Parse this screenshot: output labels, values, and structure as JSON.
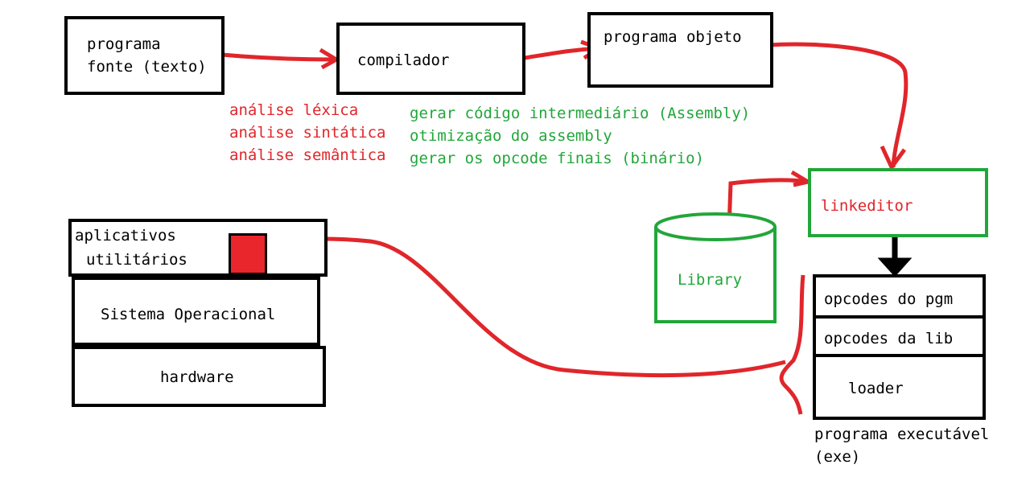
{
  "source_box": {
    "line1": "programa",
    "line2": "fonte (texto)"
  },
  "compiler_box": {
    "label": "compilador"
  },
  "object_box": {
    "label": "programa objeto"
  },
  "lexical_phases": [
    "análise léxica",
    "análise sintática",
    "análise semântica"
  ],
  "codegen_phases": [
    "gerar código intermediário (Assembly)",
    "otimização do assembly",
    "gerar os opcode finais (binário)"
  ],
  "linkeditor_box": {
    "label": "linkeditor"
  },
  "library": {
    "label": "Library"
  },
  "executable": {
    "rows": [
      "opcodes do pgm",
      "opcodes da lib",
      "loader"
    ],
    "caption_line1": "programa executável",
    "caption_line2": "(exe)"
  },
  "os_stack": {
    "apps_line1": "aplicativos",
    "apps_line2": "utilitários",
    "os": "Sistema Operacional",
    "hardware": "hardware"
  },
  "colors": {
    "red": "#e0262b",
    "green": "#22a63a",
    "black": "#000000"
  }
}
